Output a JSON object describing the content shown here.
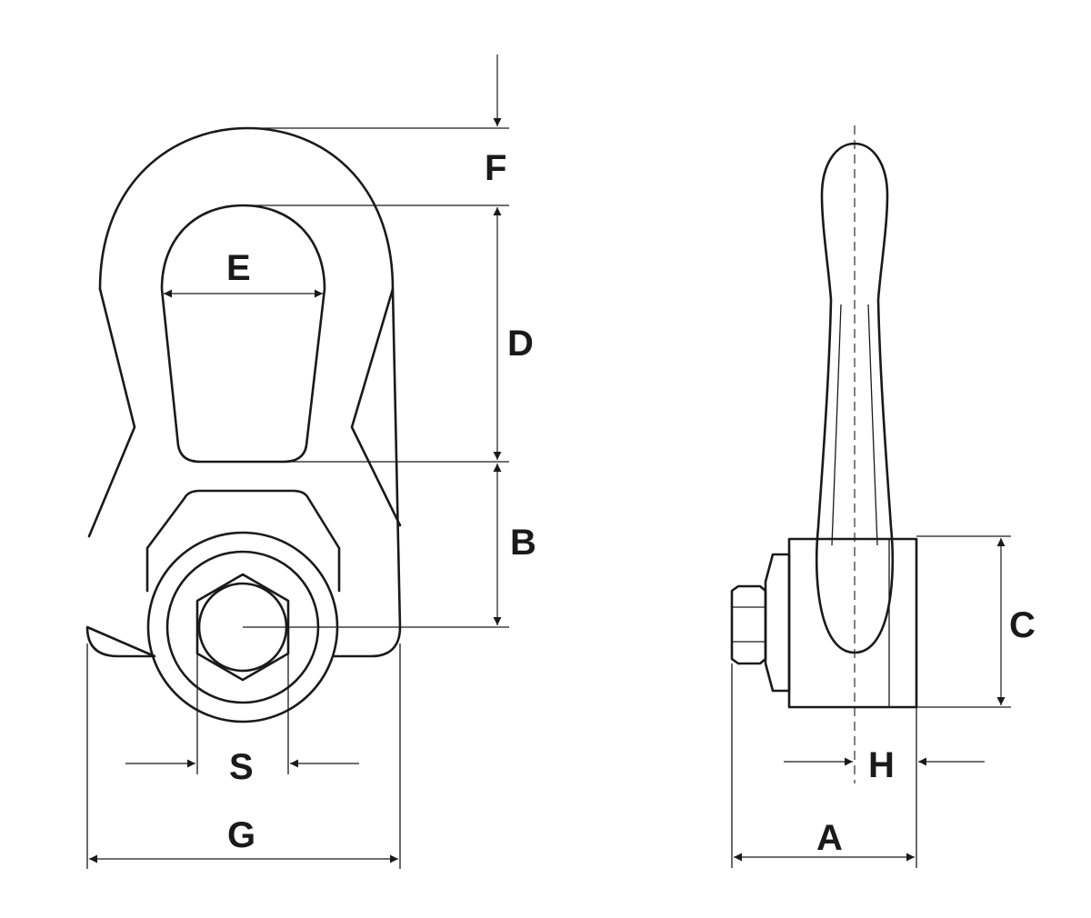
{
  "labels": {
    "A": "A",
    "B": "B",
    "C": "C",
    "D": "D",
    "E": "E",
    "F": "F",
    "G": "G",
    "H": "H",
    "S": "S"
  }
}
